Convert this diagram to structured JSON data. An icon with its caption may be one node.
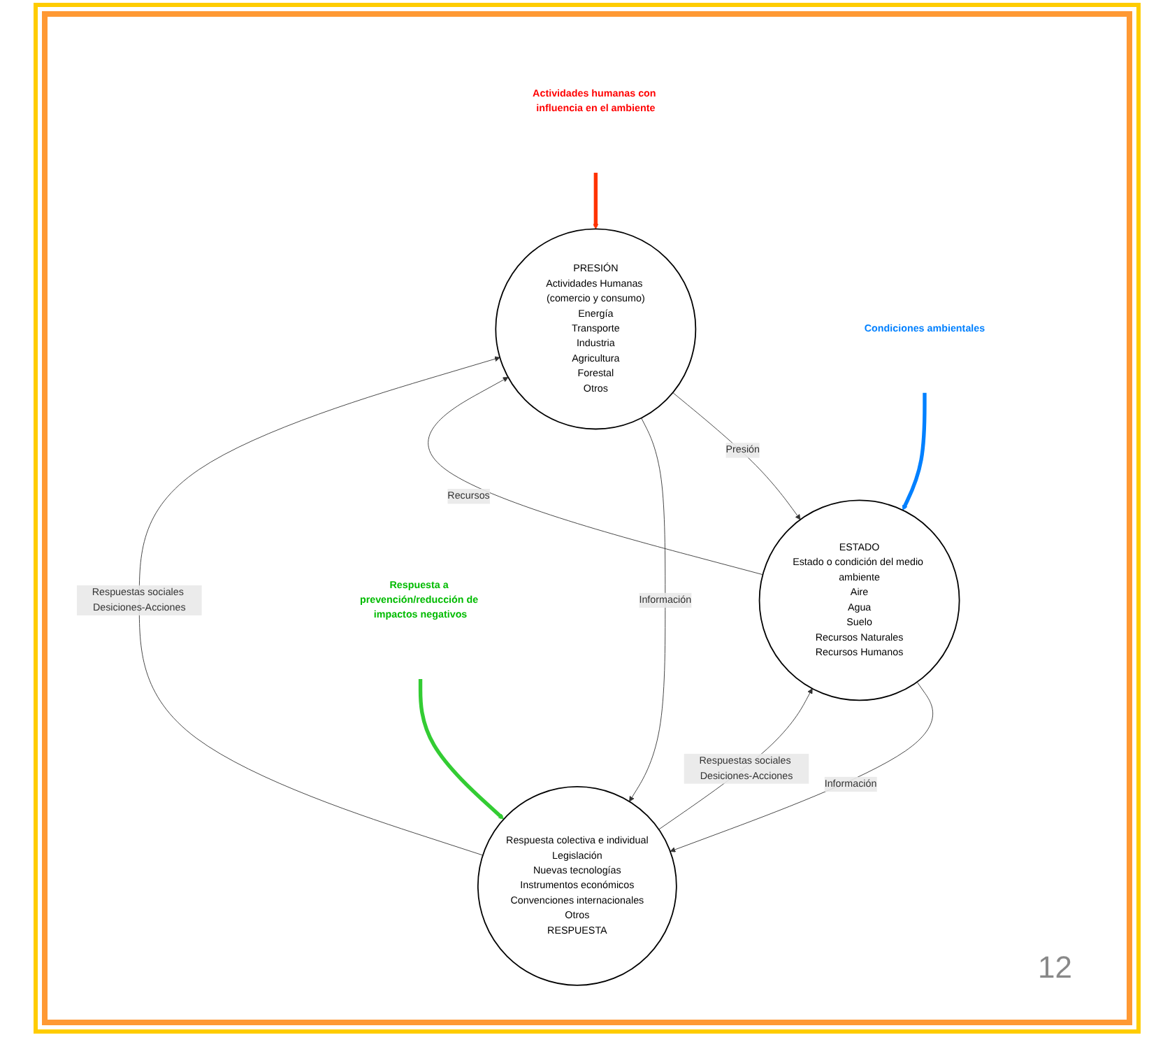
{
  "diagram": {
    "nodes": [
      {
        "text": [
          "PRESIÓN",
          "Actividades Humanas (comercio y consumo)",
          "Energía",
          "Transporte",
          "Industria",
          "Agricultura",
          "Forestal",
          "Otros"
        ]
      },
      {
        "text": [
          "ESTADO",
          "Estado o condición del medio ambiente",
          "Aire",
          "Agua",
          "Suelo",
          "Recursos Naturales",
          "Recursos Humanos"
        ]
      },
      {
        "text": [
          "Respuesta colectiva e individual",
          "Legislación",
          "Nuevas tecnologías",
          "Instrumentos económicos",
          "Convenciones internacionales",
          "Otros",
          "RESPUESTA"
        ]
      },
      {
        "text": [
          "Actividades humanas con influencia en el ambiente"
        ]
      },
      {
        "text": [
          "Condiciones ambientales"
        ]
      },
      {
        "text": [
          "Respuesta a prevención/reducción de impactos negativos"
        ]
      }
    ],
    "edges": [
      {
        "from": 0,
        "to": 1,
        "arrow": "to",
        "label": "Presión"
      },
      {
        "from": 1,
        "to": 0,
        "arrow": "to",
        "label": "Recursos"
      },
      {
        "from": 0,
        "to": 2,
        "arrow": "to",
        "label": "Información"
      },
      {
        "from": 2,
        "to": 0,
        "arrow": "to",
        "label": "Respuestas sociales Desiciones-Acciones"
      },
      {
        "from": 1,
        "to": 2,
        "arrow": "to",
        "label": "Información"
      },
      {
        "from": 2,
        "to": 1,
        "arrow": "to",
        "label": "Respuestas sociales Desiciones-Acciones"
      },
      {
        "from": 3,
        "to": 0,
        "arrow": "to",
        "style": "thick",
        "color": "#ff3300"
      },
      {
        "from": 4,
        "to": 1,
        "arrow": "to",
        "style": "thick",
        "color": "#0080ff"
      },
      {
        "from": 5,
        "to": 2,
        "arrow": "to",
        "style": "thick",
        "color": "#33cc33"
      }
    ],
    "labels": [
      "12"
    ]
  }
}
